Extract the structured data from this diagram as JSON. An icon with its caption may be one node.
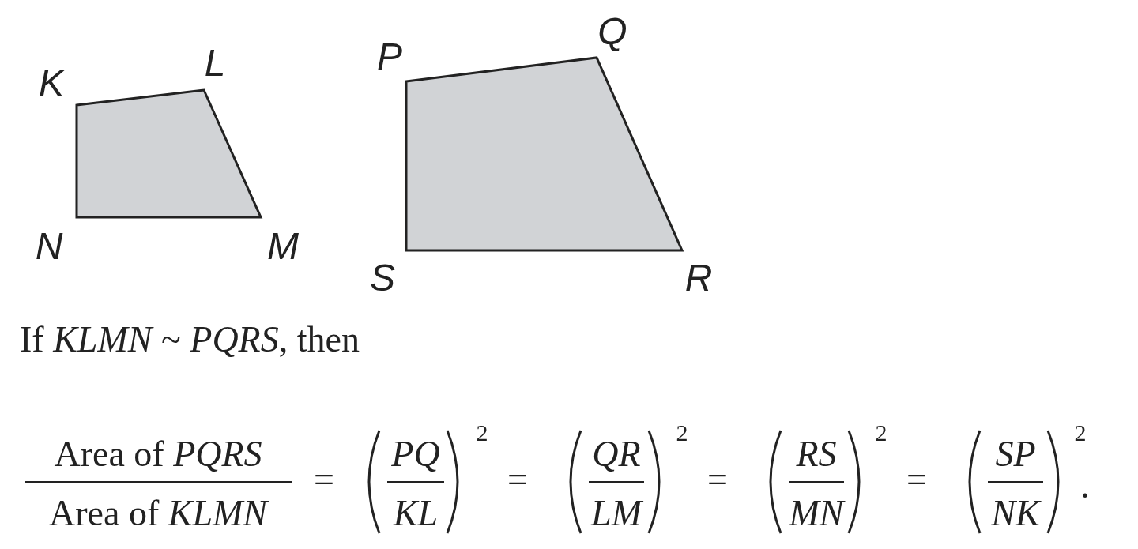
{
  "diagram": {
    "nodes": [
      {
        "text": [],
        "shape": "quadrilateral"
      },
      {
        "text": [],
        "shape": "quadrilateral"
      }
    ],
    "labels": [
      "K",
      "L",
      "N",
      "M",
      "P",
      "Q",
      "S",
      "R",
      "If *KLMN* ~ *PQRS*, then",
      "Area of *PQRS*",
      "Area of *KLMN*",
      "=",
      "PQ",
      "KL",
      "2",
      "=",
      "QR",
      "LM",
      "2",
      "=",
      "RS",
      "MN",
      "2",
      "=",
      "SP",
      "NK",
      "2",
      "."
    ]
  }
}
